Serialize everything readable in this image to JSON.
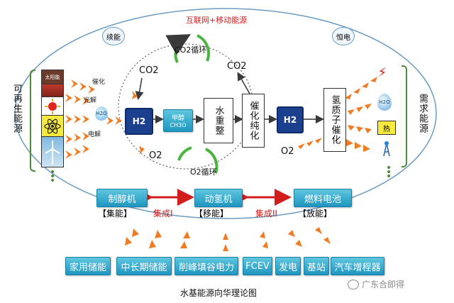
{
  "top_label": "互联网+移动能源",
  "left_node": "续能",
  "right_node": "恒电",
  "left_source": "可再生能源",
  "right_demand": "需求能源",
  "source_panel_labels": [
    "太阳能"
  ],
  "catalysis": {
    "line1": "催化",
    "line2": "光解",
    "line3": "电解"
  },
  "co2_left": "CO2",
  "co2_right": "CO2",
  "co2_cycle": "CO2循环",
  "o2_cycle": "O2循环",
  "o2_left": "O2",
  "o2_right": "O2",
  "h2_label": "H2",
  "water_left": "H2O",
  "methanol": {
    "line1": "甲醇",
    "line2": "CH3O"
  },
  "reform": "水重整",
  "purify": "催化纯化",
  "proton": "氢质子催化",
  "demand_labels": {
    "water": "H2O",
    "heat": "热"
  },
  "middle_row": [
    {
      "label": "制醇机",
      "sub": "【集能】"
    },
    {
      "label": "动氢机",
      "sub": "【移能】"
    },
    {
      "label": "燃料电池",
      "sub": "【放能】"
    }
  ],
  "integration": {
    "left": "集成I",
    "right": "集成II"
  },
  "applications": [
    "家用储能",
    "中长期储能",
    "削峰填谷电力",
    "FCEV",
    "发电",
    "基站",
    "汽车增程器"
  ],
  "caption": "水基能源向华理论图",
  "watermark": "广东合即得",
  "colors": {
    "accent_orange": "#f07b22",
    "teal": "#2aa6cf",
    "red": "#d21d1d",
    "navy": "#1c3f8e"
  }
}
